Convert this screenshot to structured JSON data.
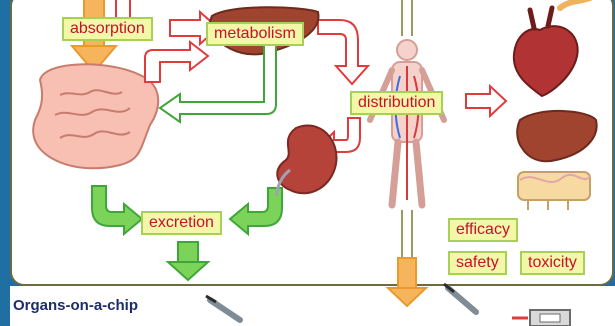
{
  "labels": {
    "absorption": "absorption",
    "metabolism": "metabolism",
    "distribution": "distribution",
    "excretion": "excretion",
    "efficacy": "efficacy",
    "safety": "safety",
    "toxicity": "toxicity"
  },
  "footer": {
    "title": "Organs-on-a-chip"
  },
  "colors": {
    "red_arrow": "#e23b3b",
    "green_arrow": "#7bd35a",
    "orange_arrow": "#f6b55c",
    "label_bg": "#f3f7a8",
    "label_border": "#a8cf56",
    "label_text": "#c8102e"
  }
}
